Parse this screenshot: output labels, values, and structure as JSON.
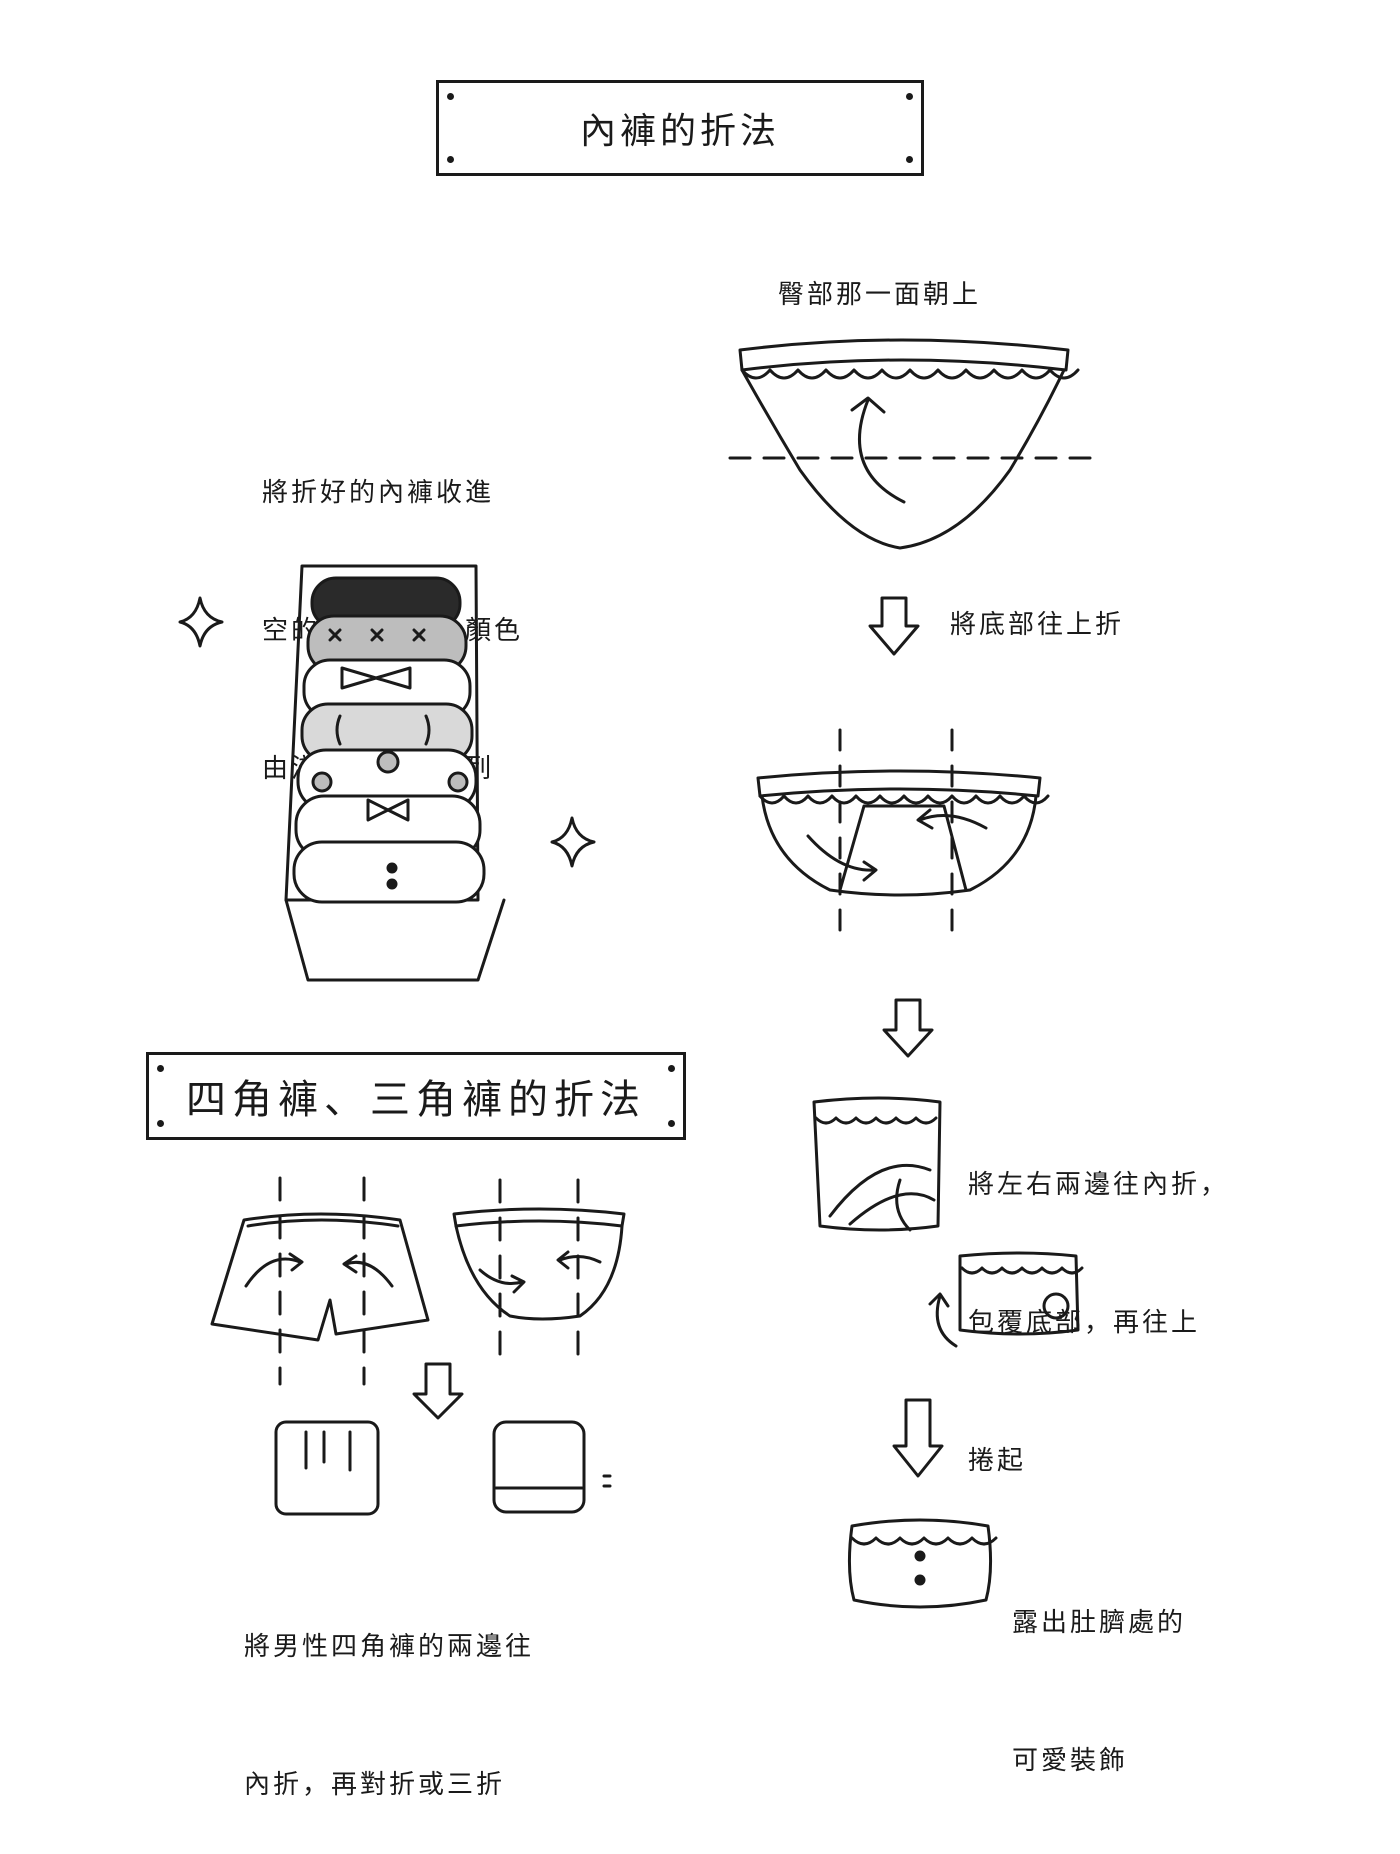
{
  "title": "內褲的折法",
  "section2_title": "四角褲、三角褲的折法",
  "notes": {
    "storage": [
      "將折好的內褲收進",
      "空的面紙盒裡，顏色",
      "由淺至深往內排列"
    ],
    "hip_up": "臀部那一面朝上",
    "fold_bottom_up": "將底部往上折",
    "fold_sides": [
      "將左右兩邊往內折，",
      "包覆底部，再往上",
      "捲起"
    ],
    "show_navel": [
      "露出肚臍處的",
      "可愛裝飾"
    ],
    "boxers": [
      "將男性四角褲的兩邊往",
      "內折，再對折或三折"
    ]
  },
  "colors": {
    "ink": "#1a1a1a",
    "gray_fill": "#bdbdbd",
    "dark_fill": "#2a2a2a"
  }
}
